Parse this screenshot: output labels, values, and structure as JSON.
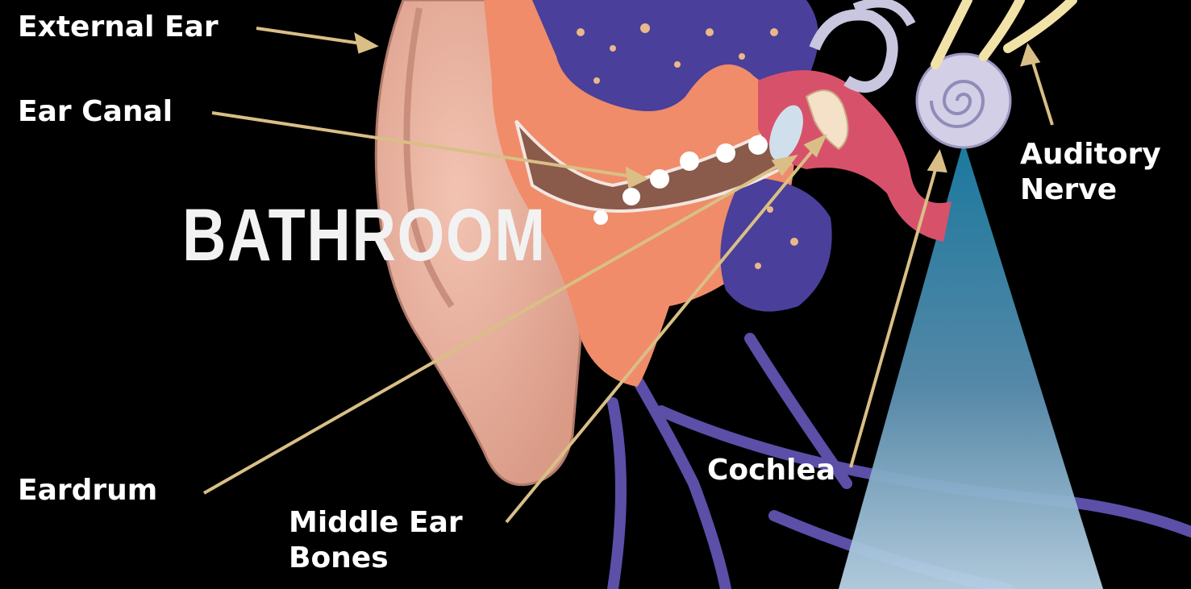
{
  "labels": {
    "external_ear": "External Ear",
    "ear_canal": "Ear Canal",
    "eardrum": "Eardrum",
    "middle_ear_bones_1": "Middle Ear",
    "middle_ear_bones_2": "Bones",
    "cochlea": "Cochlea",
    "auditory_nerve_1": "Auditory",
    "auditory_nerve_2": "Nerve"
  },
  "sound_source": "BATHROOM",
  "colors": {
    "background": "#000000",
    "pointer": "#d9bf86",
    "skin": "#e8aa9a",
    "tissue": "#f08c6a",
    "bone": "#4a3f9a",
    "nerve": "#5b4fa8",
    "inner_ear": "#c9c6e0",
    "middle_ear": "#d8516a",
    "beam": "#2f94b4"
  }
}
